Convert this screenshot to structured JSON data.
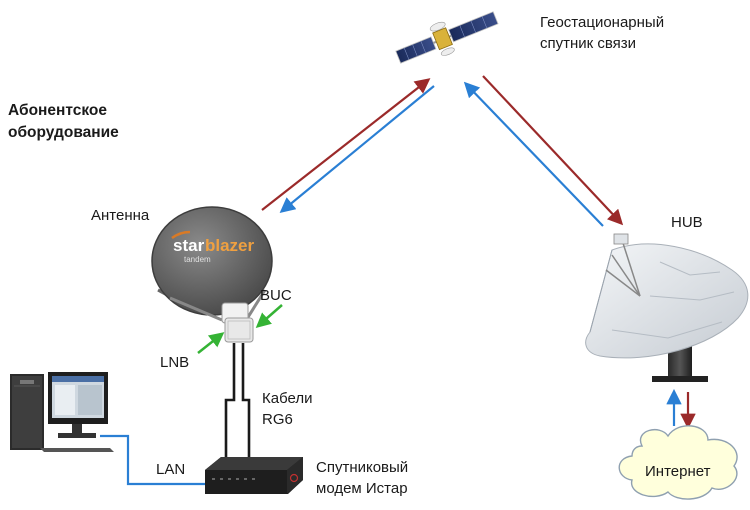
{
  "satellite": {
    "title_line1": "Геостационарный",
    "title_line2": "спутник связи"
  },
  "subscriber": {
    "title_line1": "Абонентское",
    "title_line2": "оборудование"
  },
  "antenna": {
    "label": "Антенна",
    "logo_main_a": "star",
    "logo_main_b": "blazer",
    "logo_sub": "tandem"
  },
  "buc": {
    "label": "BUC"
  },
  "lnb": {
    "label": "LNB"
  },
  "cables": {
    "label_line1": "Кабели",
    "label_line2": "RG6"
  },
  "lan": {
    "label": "LAN"
  },
  "modem": {
    "label_line1": "Спутниковый",
    "label_line2": "модем Истар"
  },
  "hub": {
    "label": "HUB"
  },
  "internet": {
    "label": "Интернет"
  },
  "colors": {
    "uplink": "#9b2a2a",
    "downlink": "#2a7fd4",
    "lnb_buc_arrows": "#35b335",
    "cable": "#1a1a1a",
    "lan_cable": "#2a7fd4"
  }
}
